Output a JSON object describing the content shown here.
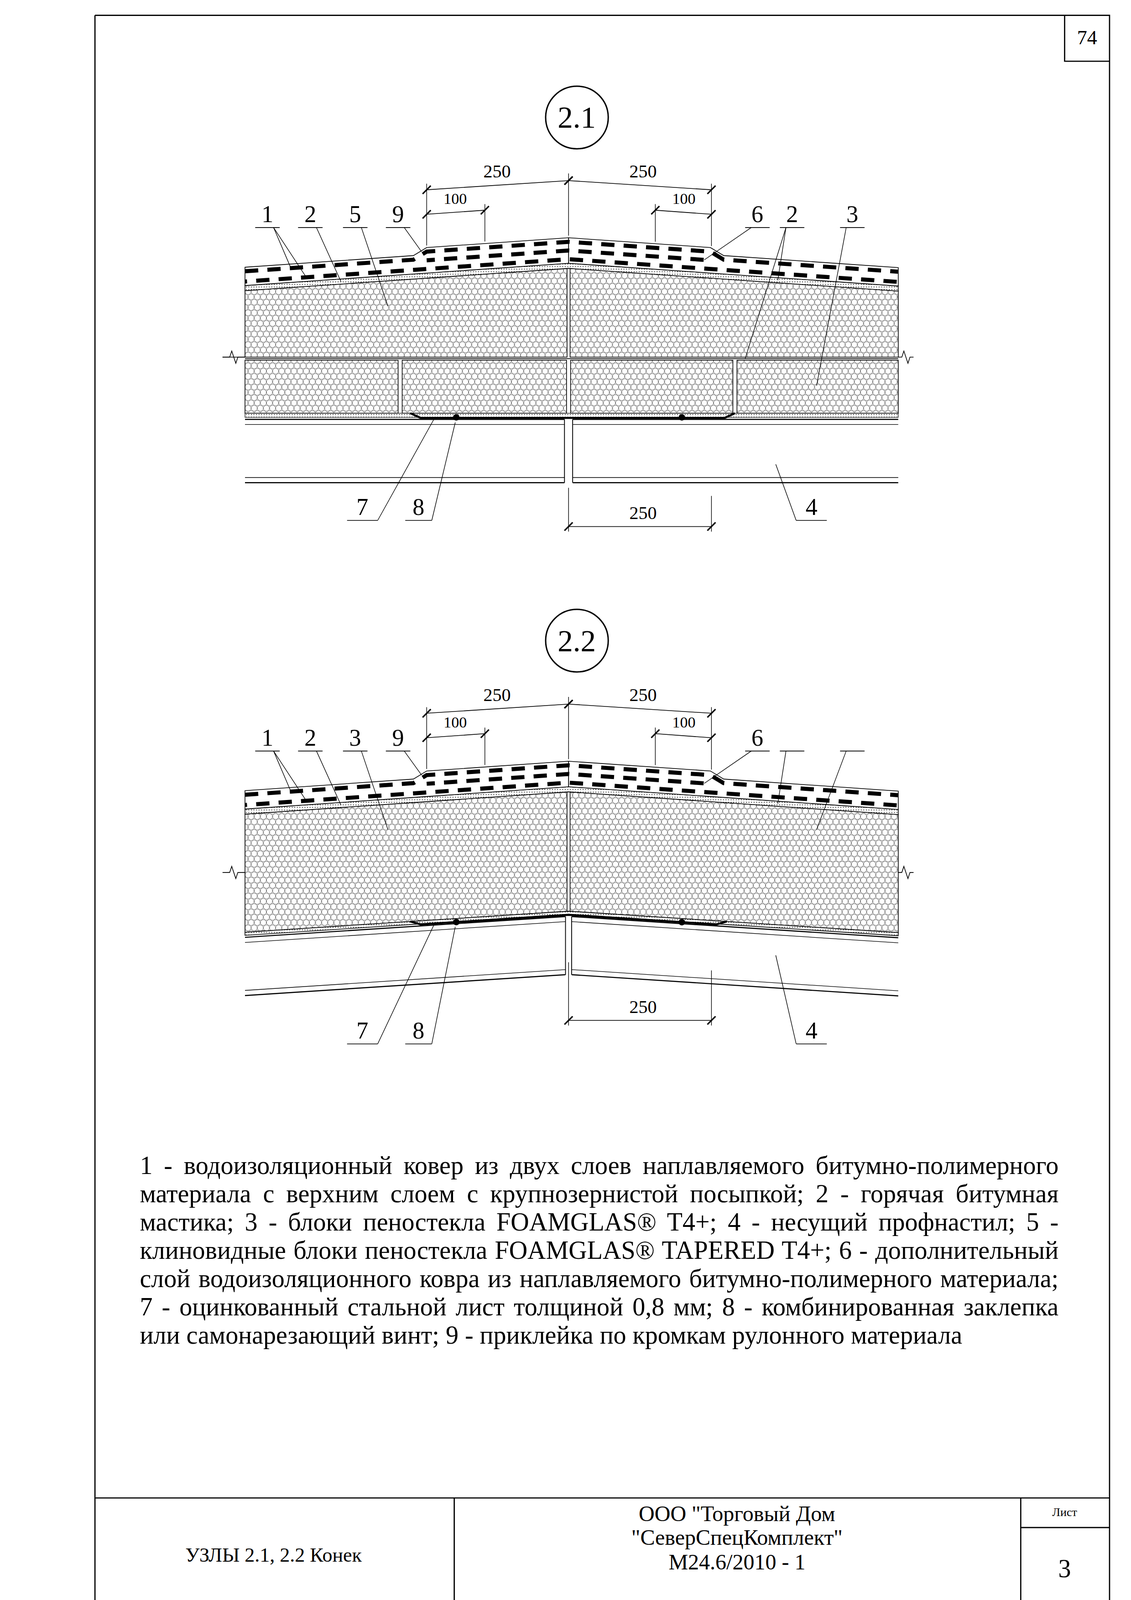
{
  "diagram": {
    "caption": "1 - водоизоляционный ковер из двух слоев наплавляемого битумно-полимерного материала с верхним слоем с крупнозернистой посыпкой; 2 - горячая битумная мастика; 3 - блоки пеностекла FOAMGLAS® T4+; 4 - несущий профнастил; 5 - клиновидные блоки пеностекла FOAMGLAS® TAPERED T4+; 6 - дополнительный слой водоизоляционного ковра из наплавляемого битумно-полимерного материала; 7 - оцинкованный стальной лист толщиной 0,8 мм; 8 - комбинированная заклепка или самонарезающий винт; 9 - приклейка по кромкам рулонного материала",
    "nodes": [
      {
        "text": [
          "2.1"
        ]
      },
      {
        "text": [
          "2.2"
        ]
      }
    ],
    "labels": [
      "74",
      "250",
      "250",
      "100",
      "100",
      "1",
      "2",
      "5",
      "9",
      "6",
      "2",
      "3",
      "7",
      "8",
      "250",
      "4",
      "250",
      "250",
      "100",
      "100",
      "1",
      "2",
      "3",
      "9",
      "6",
      "7",
      "8",
      "250",
      "4",
      "УЗЛЫ 2.1, 2.2 Конек",
      "ООО \"Торговый Дом \"СеверСпецКомплект\"",
      "М24.6/2010 - 1",
      "Лист",
      "3"
    ]
  }
}
